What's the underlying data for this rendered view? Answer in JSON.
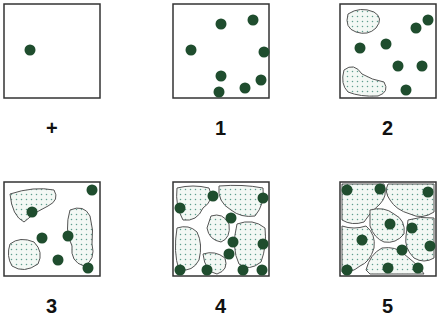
{
  "diagram": {
    "labels": [
      "+",
      "1",
      "2",
      "3",
      "4",
      "5"
    ]
  }
}
